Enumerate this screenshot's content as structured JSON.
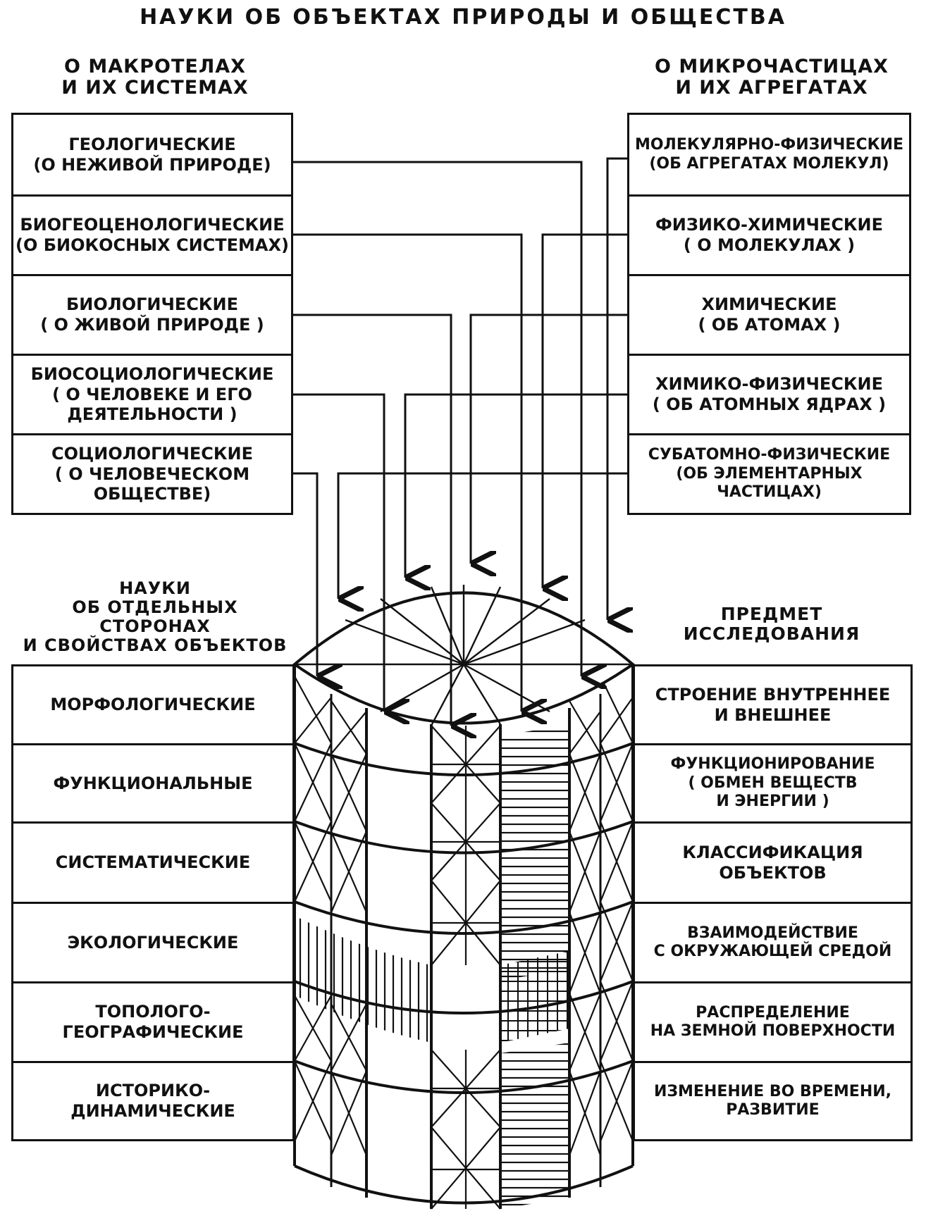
{
  "title": "Науки об объектах природы и общества",
  "left_header": "О макротелах\nи их системах",
  "right_header": "О микрочастицах\nи их агрегатах",
  "macro": [
    "Геологические\n(о неживой природе)",
    "Биогеоценологические\n(о биокосных системах)",
    "Биологические\n( о живой природе )",
    "Биосоциологические\n( о человеке и его\nдеятельности )",
    "Социологические\n( о человеческом обществе)"
  ],
  "micro": [
    "Молекулярно-физические\n(об агрегатах молекул)",
    "Физико-химические\n( о молекулах )",
    "Химические\n( об атомах )",
    "Химико-физические\n( об атомных ядрах )",
    "Субатомно-физические\n(об элементарных частицах)"
  ],
  "aspects_header": "Науки\nоб отдельных сторонах\nи свойствах объектов",
  "subject_header": "Предмет\nисследования",
  "aspects": [
    "Морфологические",
    "Функциональные",
    "Систематические",
    "Экологические",
    "Тополого-\nгеографические",
    "Историко-\nдинамические"
  ],
  "subjects": [
    "Строение внутреннее\nи внешнее",
    "Функционирование\n( обмен веществ\nи энергии )",
    "Классификация\nобъектов",
    "Взаимодействие\nс окружающей средой",
    "Распределение\nна земной поверхности",
    "Изменение во времени,\nразвитие"
  ]
}
